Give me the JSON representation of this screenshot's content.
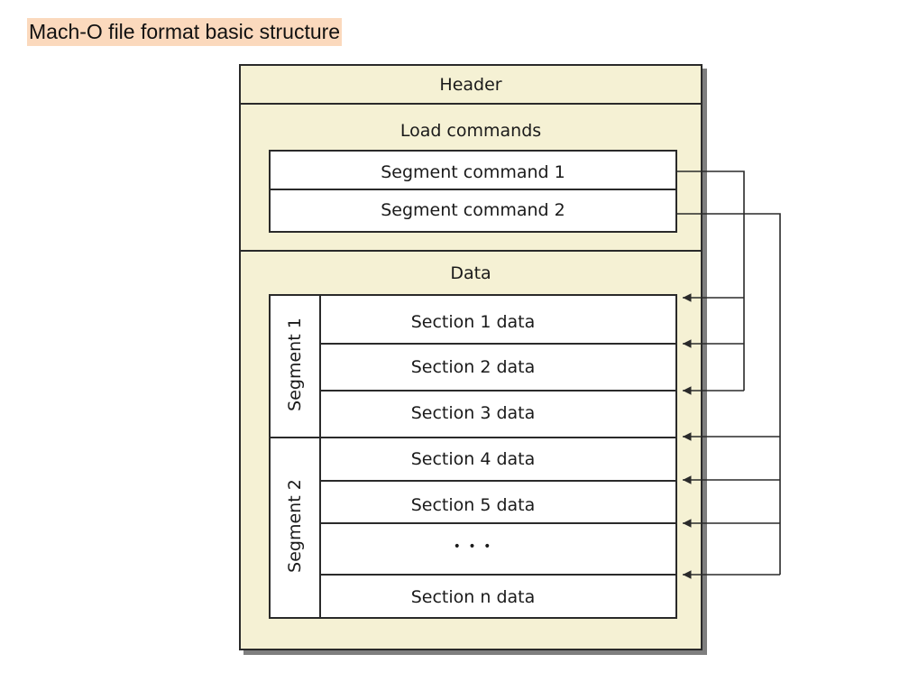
{
  "title": "Mach-O file format basic structure",
  "header_label": "Header",
  "load_commands_label": "Load commands",
  "segment_commands": [
    "Segment command 1",
    "Segment command 2"
  ],
  "data_label": "Data",
  "segments": [
    "Segment 1",
    "Segment 2"
  ],
  "sections": [
    "Section 1 data",
    "Section 2 data",
    "Section 3 data",
    "Section 4 data",
    "Section 5 data",
    "• • •",
    "Section n data"
  ],
  "colors": {
    "file_background": "#f5f1d4",
    "title_highlight": "#fbd9bd",
    "line": "#2a2a2a"
  }
}
